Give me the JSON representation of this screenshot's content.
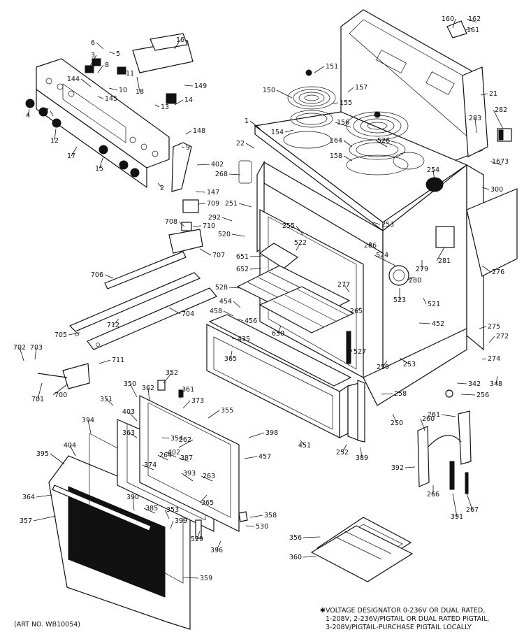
{
  "labels": [
    "160",
    "162",
    "161",
    "16",
    "5",
    "6",
    "3",
    "8",
    "11",
    "18",
    "10",
    "149",
    "144",
    "145",
    "4",
    "7",
    "12",
    "13",
    "14",
    "148",
    "9",
    "2",
    "17",
    "15",
    "402",
    "147",
    "151",
    "150",
    "157",
    "155",
    "156",
    "1",
    "21",
    "154",
    "164",
    "158",
    "22",
    "283",
    "282",
    "526",
    "254",
    "268",
    "1673",
    "300",
    "251",
    "253",
    "709",
    "292",
    "255",
    "520",
    "708",
    "710",
    "707",
    "286",
    "522",
    "651",
    "652",
    "281",
    "706",
    "528",
    "279",
    "524",
    "280",
    "277",
    "521",
    "523",
    "276",
    "265",
    "454",
    "458",
    "452",
    "275",
    "704",
    "456",
    "650",
    "272",
    "705",
    "712",
    "435",
    "527",
    "253",
    "702",
    "703",
    "711",
    "365",
    "274",
    "259",
    "348",
    "342",
    "701",
    "700",
    "352",
    "256",
    "350",
    "362",
    "361",
    "351",
    "258",
    "373",
    "355",
    "250",
    "260",
    "261",
    "394",
    "403",
    "363",
    "398",
    "354",
    "262",
    "387",
    "402",
    "404",
    "374",
    "457",
    "451",
    "252",
    "389",
    "395",
    "264",
    "392",
    "393",
    "263",
    "266",
    "267",
    "391",
    "365",
    "364",
    "390",
    "385",
    "353",
    "399",
    "358",
    "357",
    "530",
    "356",
    "529",
    "360",
    "396",
    "359"
  ],
  "labels_repeat_note": "",
  "footnote": {
    "lines": [
      "✱VOLTAGE DESIGNATOR 0-236V OR DUAL RATED,",
      "1-208V, 2-236V/PIGTAIL OR DUAL RATED PIGTAIL,",
      "3-208V/PIGTAIL-PURCHASE PIGTAIL LOCALLY"
    ]
  },
  "art_number": "(ART NO. WB10054)"
}
